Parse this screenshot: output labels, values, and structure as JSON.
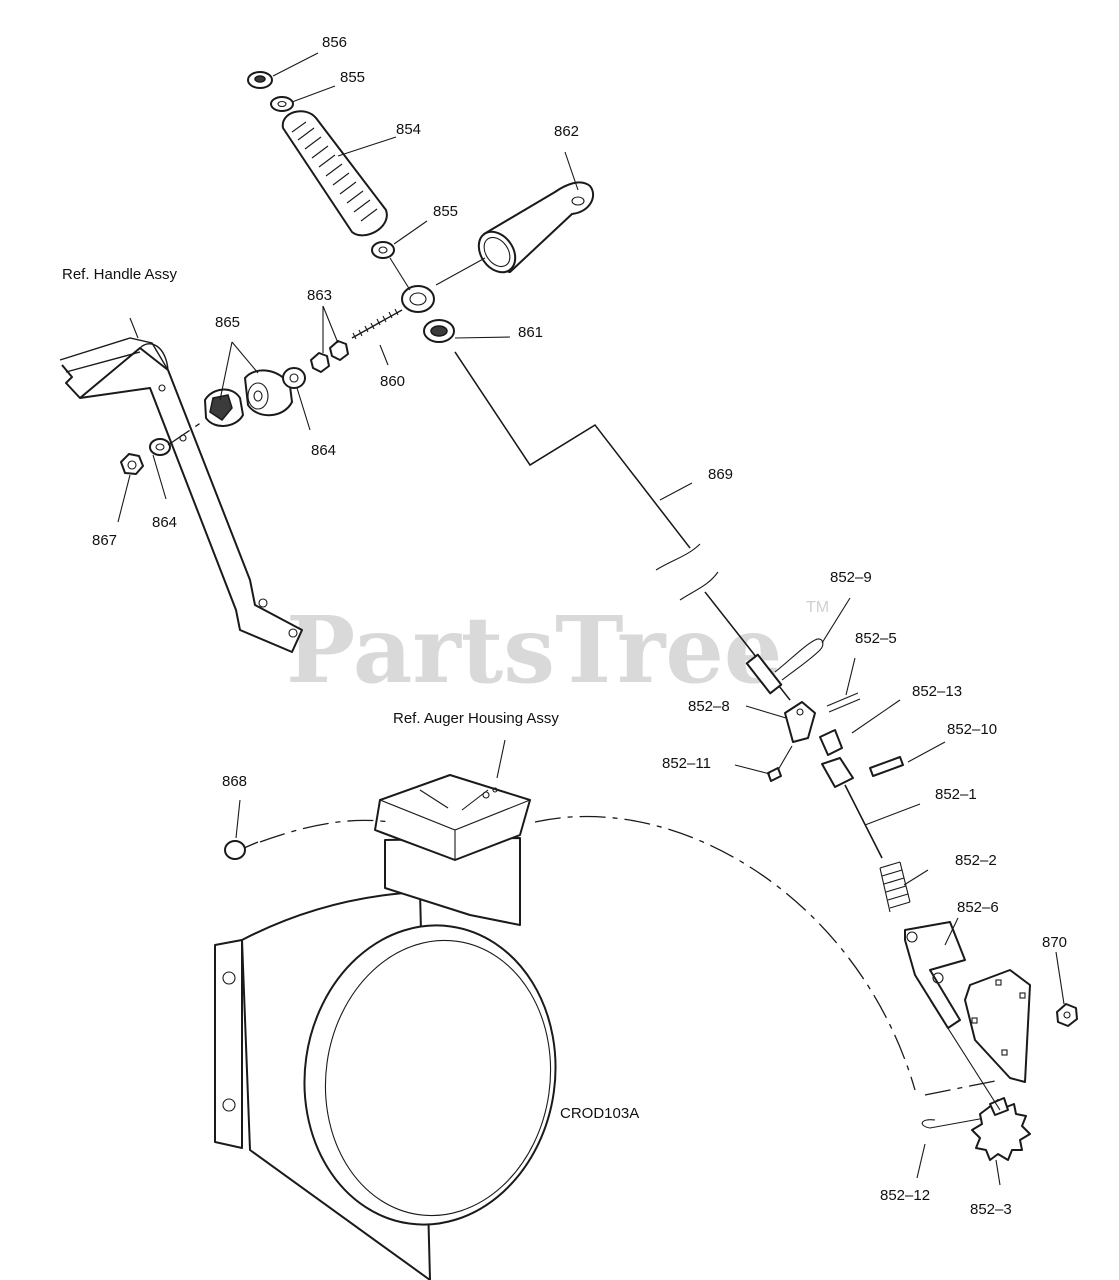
{
  "watermark": {
    "text": "PartsTree",
    "mark": "TM"
  },
  "drawing_code": "CROD103A",
  "reference_labels": {
    "handle": "Ref. Handle Assy",
    "auger_housing": "Ref. Auger Housing Assy"
  },
  "callouts": [
    "856",
    "855",
    "854",
    "862",
    "855",
    "863",
    "865",
    "861",
    "860",
    "864",
    "864",
    "867",
    "869",
    "852–9",
    "852–5",
    "852–13",
    "852–8",
    "852–10",
    "852–11",
    "852–1",
    "868",
    "852–2",
    "852–6",
    "870",
    "852–12",
    "852–3"
  ],
  "colors": {
    "ink": "#1a1a1a",
    "watermark": "#d9d9d9",
    "background": "#ffffff"
  }
}
